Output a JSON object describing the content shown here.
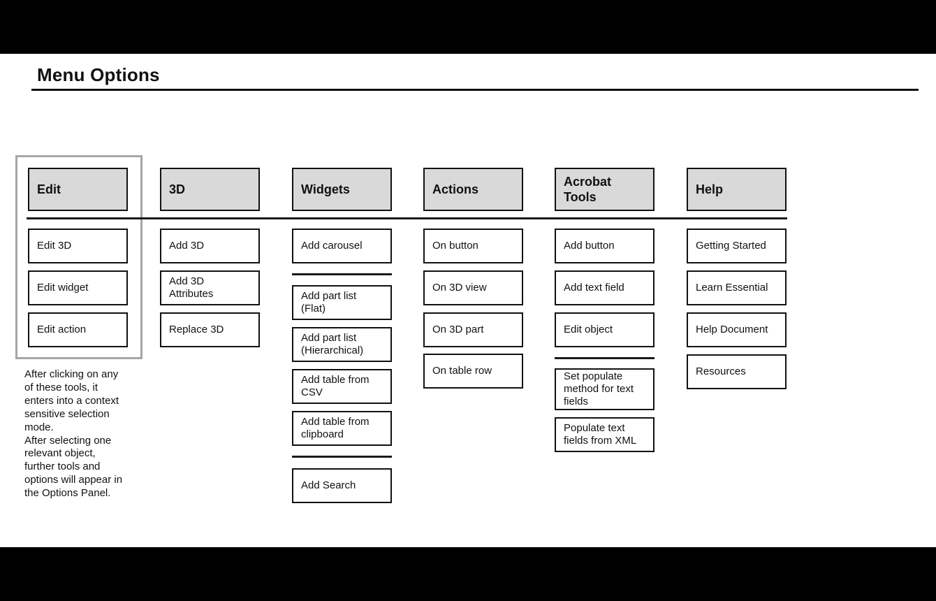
{
  "page": {
    "title": "Menu Options",
    "note": "After clicking on any\nof these tools, it\nenters into a context\nsensitive selection\nmode.\nAfter selecting one\nrelevant object,\nfurther tools and\noptions will appear in\nthe Options Panel."
  },
  "colors": {
    "header_fill": "#d9d9d9",
    "box_border": "#111111",
    "highlight_outline": "#a6a6a6",
    "letterbox_bar": "#000000",
    "background": "#ffffff"
  },
  "menus": [
    {
      "title": "Edit",
      "items": [
        "Edit 3D",
        "Edit widget",
        "Edit action"
      ]
    },
    {
      "title": "3D",
      "items": [
        "Add 3D",
        "Add 3D\nAttributes",
        "Replace 3D"
      ]
    },
    {
      "title": "Widgets",
      "items": [
        "Add carousel",
        "Add part list\n(Flat)",
        "Add part list\n(Hierarchical)",
        "Add table from\nCSV",
        "Add table from\nclipboard",
        "Add Search"
      ]
    },
    {
      "title": "Actions",
      "items": [
        "On button",
        "On 3D view",
        "On 3D part",
        "On table row"
      ]
    },
    {
      "title": "Acrobat\nTools",
      "items": [
        "Add button",
        "Add text field",
        "Edit object",
        "Set populate\nmethod for text\nfields",
        "Populate text\nfields from XML"
      ]
    },
    {
      "title": "Help",
      "items": [
        "Getting Started",
        "Learn Essential",
        "Help Document",
        "Resources"
      ]
    }
  ]
}
